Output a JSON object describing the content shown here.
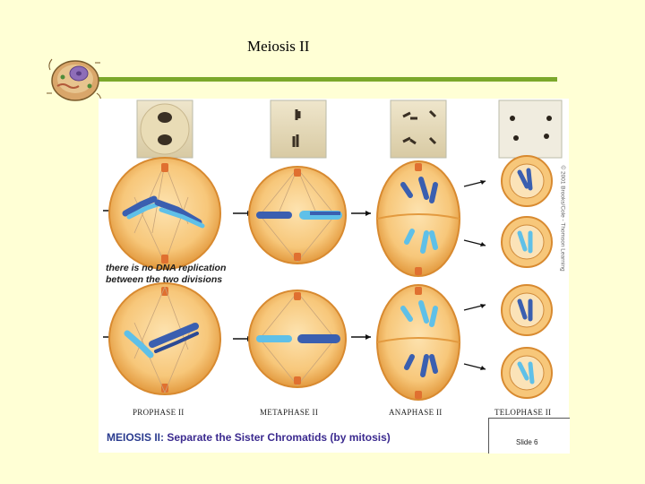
{
  "slide": {
    "title": "Meiosis II"
  },
  "figure": {
    "phases": [
      "PROPHASE II",
      "METAPHASE II",
      "ANAPHASE II",
      "TELOPHASE II"
    ],
    "note_line1": "there is no DNA replication",
    "note_line2": "between the two divisions",
    "caption_prefix": "MEIOSIS II:",
    "caption_text": "Separate the Sister Chromatids (by mitosis)",
    "credit": "© 2001 Brooks/Cole - Thomson Learning",
    "slide_label": "Slide 6"
  },
  "colors": {
    "background": "#ffffd5",
    "rule": "#7ba82b",
    "cell": "#f7c77a",
    "chromatid_dark": "#3a5fb0",
    "chromatid_light": "#5fc0e8",
    "caption": "#2a3b8f"
  }
}
